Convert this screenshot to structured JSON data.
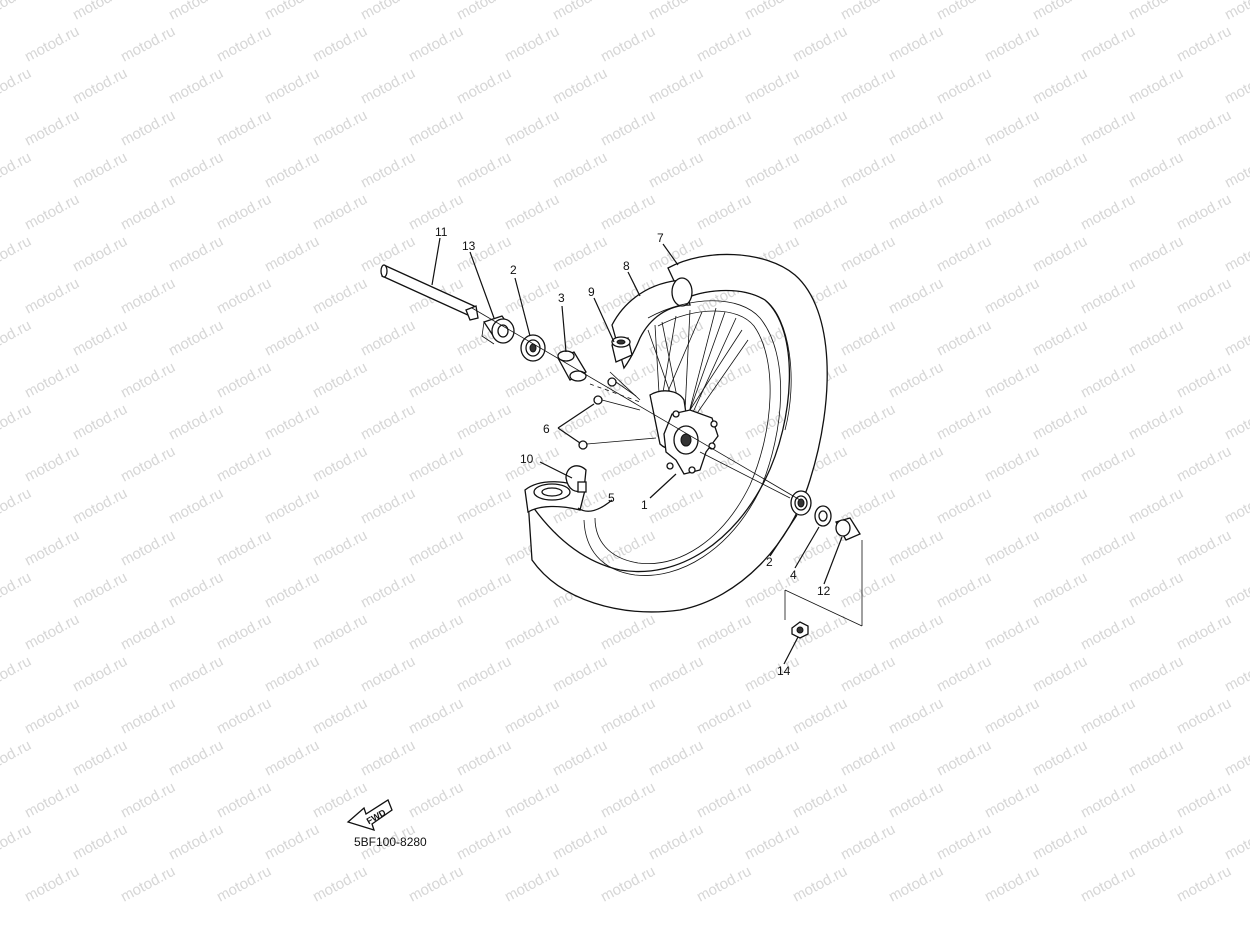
{
  "watermark": {
    "text": "motod.ru"
  },
  "callouts": {
    "c1": "1",
    "c2a": "2",
    "c2b": "2",
    "c3": "3",
    "c4": "4",
    "c5": "5",
    "c6": "6",
    "c7": "7",
    "c8": "8",
    "c9": "9",
    "c10": "10",
    "c11": "11",
    "c12": "12",
    "c13": "13",
    "c14": "14"
  },
  "fwd_label": "FWD",
  "diagram_code": "5BF100-8280",
  "colors": {
    "line": "#111111",
    "watermark": "#d6d6d6",
    "background": "#ffffff"
  }
}
